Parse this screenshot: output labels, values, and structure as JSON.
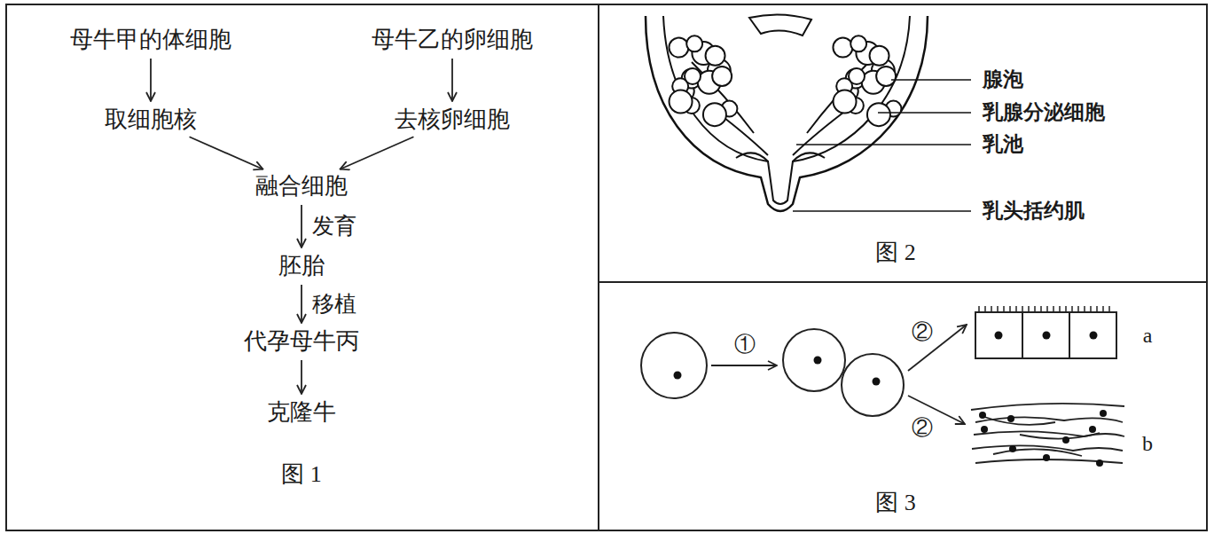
{
  "diagram": {
    "nodes": [
      {
        "text": [
          "母牛甲的体细胞"
        ]
      },
      {
        "text": [
          "母牛乙的卵细胞"
        ]
      },
      {
        "text": [
          "取细胞核"
        ]
      },
      {
        "text": [
          "去核卵细胞"
        ]
      },
      {
        "text": [
          "融合细胞"
        ]
      },
      {
        "text": [
          "胚胎"
        ]
      },
      {
        "text": [
          "代孕母牛丙"
        ]
      },
      {
        "text": [
          "克隆牛"
        ]
      }
    ],
    "edges": [
      {
        "from": 0,
        "to": 2,
        "arrow": "to"
      },
      {
        "from": 1,
        "to": 3,
        "arrow": "to"
      },
      {
        "from": 2,
        "to": 4,
        "arrow": "to"
      },
      {
        "from": 3,
        "to": 4,
        "arrow": "to"
      },
      {
        "from": 4,
        "to": 5,
        "label": "发育",
        "arrow": "to"
      },
      {
        "from": 5,
        "to": 6,
        "label": "移植",
        "arrow": "to"
      },
      {
        "from": 6,
        "to": 7,
        "arrow": "to"
      }
    ],
    "labels": [
      "图 1",
      "腺泡",
      "乳腺分泌细胞",
      "乳池",
      "乳头括约肌",
      "图 2",
      "①",
      "②",
      "②",
      "a",
      "b",
      "图 3"
    ]
  }
}
